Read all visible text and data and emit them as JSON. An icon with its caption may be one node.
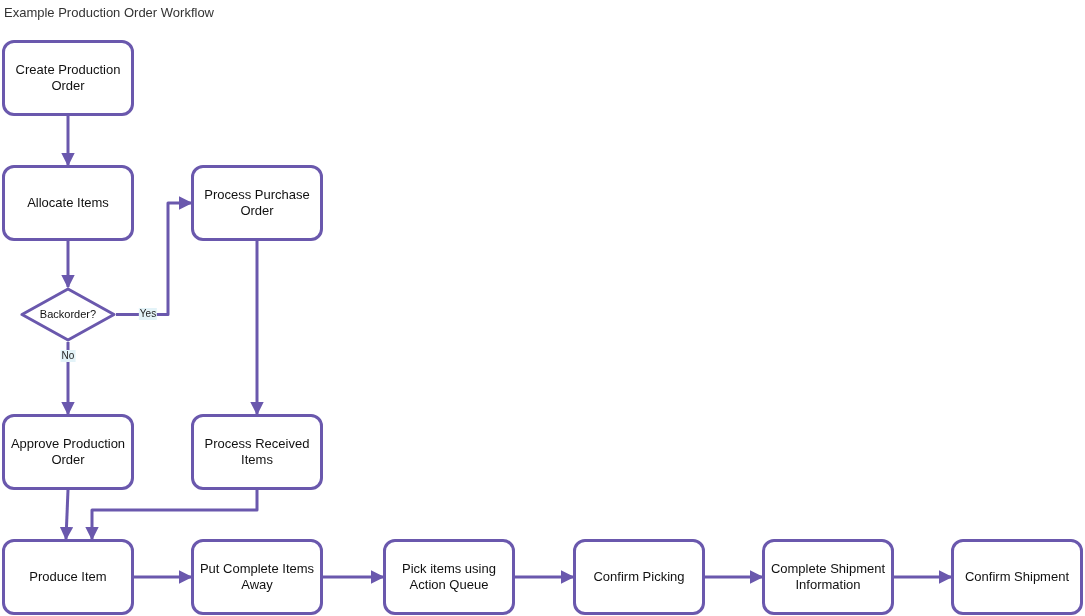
{
  "diagram": {
    "title": "Example Production Order Workflow",
    "nodes": [
      {
        "text": [
          "Create Production Order"
        ]
      },
      {
        "text": [
          "Allocate Items"
        ]
      },
      {
        "text": [
          "Backorder?"
        ]
      },
      {
        "text": [
          "Process Purchase Order"
        ]
      },
      {
        "text": [
          "Approve Production Order"
        ]
      },
      {
        "text": [
          "Process Received Items"
        ]
      },
      {
        "text": [
          "Produce Item"
        ]
      },
      {
        "text": [
          "Put Complete Items Away"
        ]
      },
      {
        "text": [
          "Pick items using Action Queue"
        ]
      },
      {
        "text": [
          "Confirm Picking"
        ]
      },
      {
        "text": [
          "Complete Shipment Information"
        ]
      },
      {
        "text": [
          "Confirm Shipment"
        ]
      }
    ],
    "edges": [
      {
        "from": 0,
        "to": 1,
        "arrow": "to"
      },
      {
        "from": 1,
        "to": 2,
        "arrow": "to"
      },
      {
        "from": 2,
        "to": 3,
        "arrow": "to",
        "label": "Yes"
      },
      {
        "from": 2,
        "to": 4,
        "arrow": "to",
        "label": "No"
      },
      {
        "from": 3,
        "to": 5,
        "arrow": "to"
      },
      {
        "from": 4,
        "to": 6,
        "arrow": "to"
      },
      {
        "from": 5,
        "to": 6,
        "arrow": "to"
      },
      {
        "from": 6,
        "to": 7,
        "arrow": "to"
      },
      {
        "from": 7,
        "to": 8,
        "arrow": "to"
      },
      {
        "from": 8,
        "to": 9,
        "arrow": "to"
      },
      {
        "from": 9,
        "to": 10,
        "arrow": "to"
      },
      {
        "from": 10,
        "to": 11,
        "arrow": "to"
      }
    ]
  }
}
